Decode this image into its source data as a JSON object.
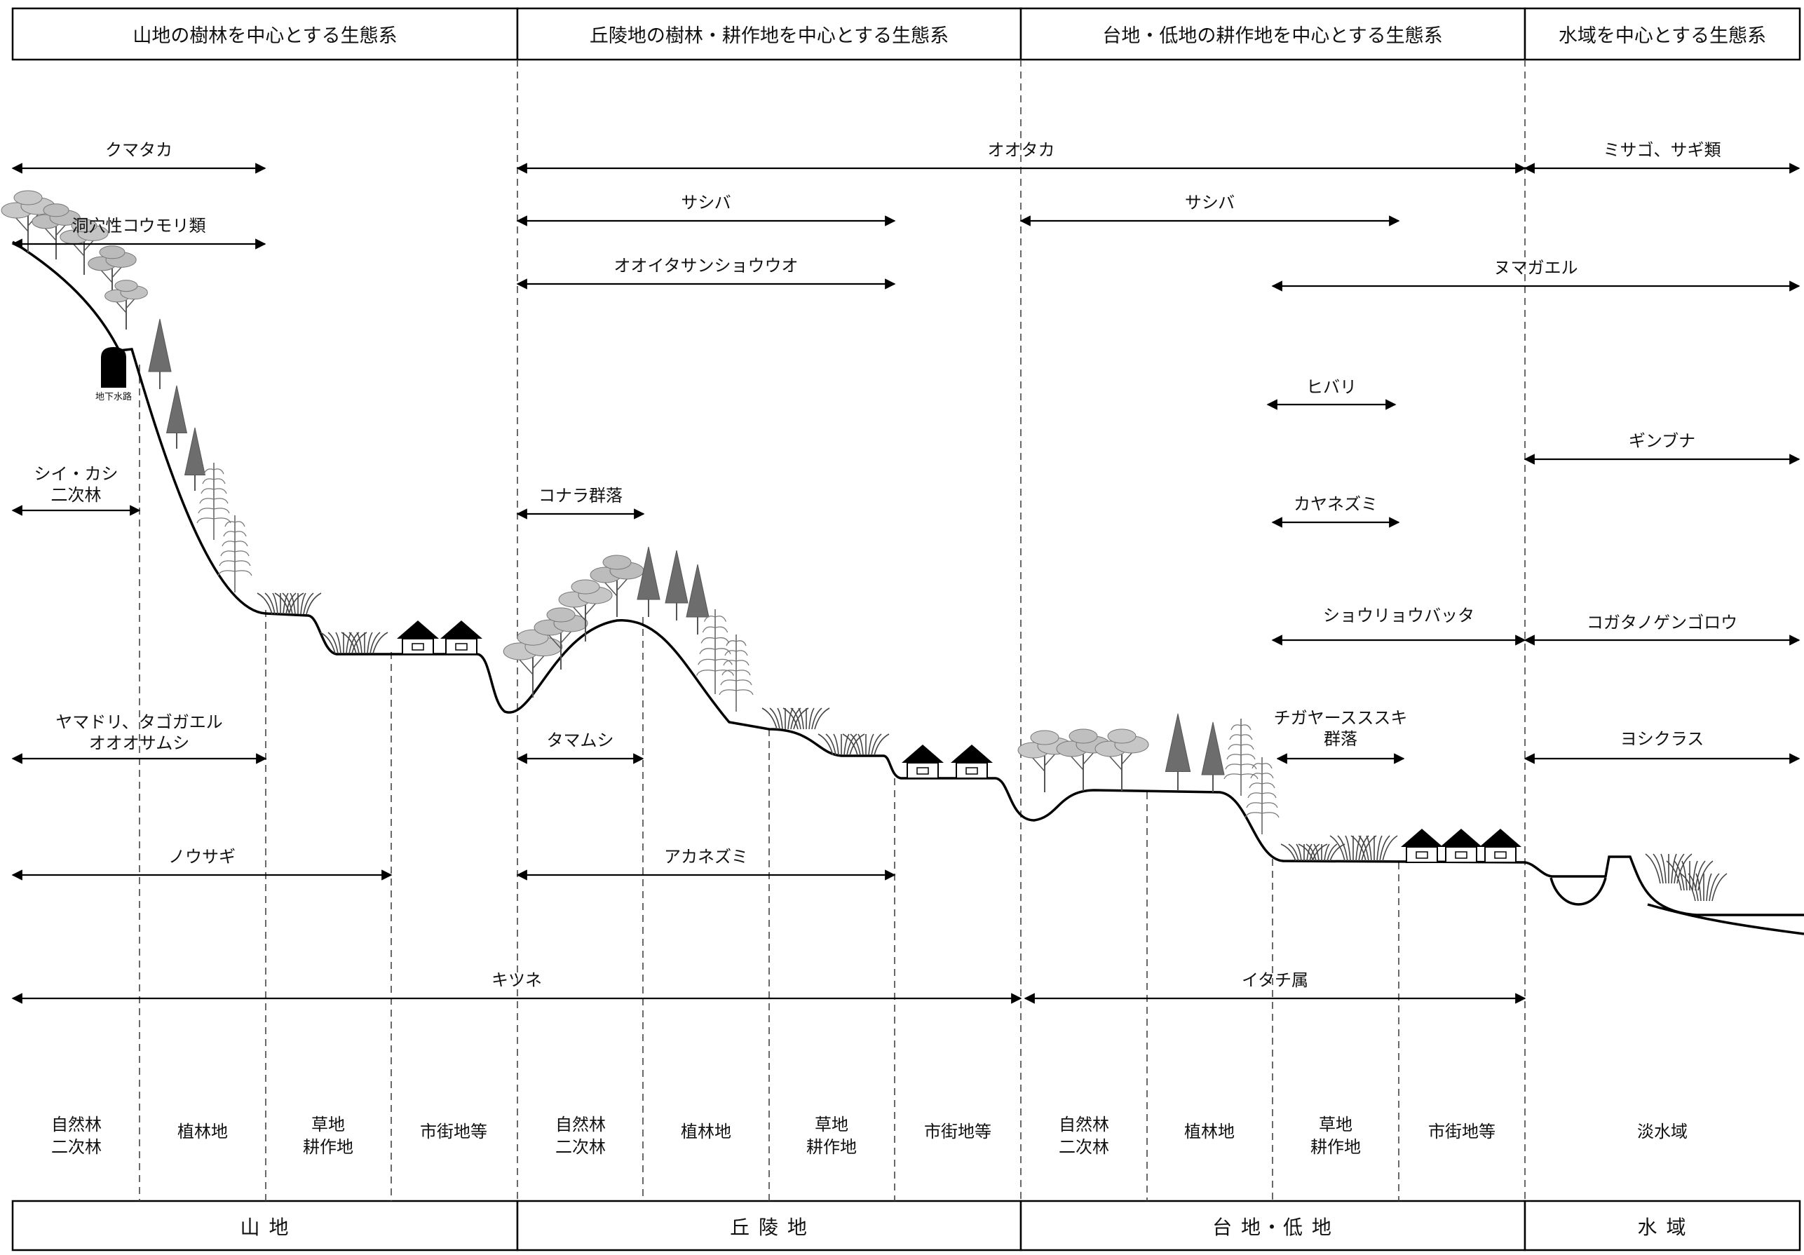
{
  "headers": [
    "山地の樹林を中心とする生態系",
    "丘陵地の樹林・耕作地を中心とする生態系",
    "台地・低地の耕作地を中心とする生態系",
    "水域を中心とする生態系"
  ],
  "footers": [
    "山 地",
    "丘 陵 地",
    "台 地・低 地",
    "水 域"
  ],
  "zones": [
    [
      "自然林",
      "二次林"
    ],
    [
      "植林地"
    ],
    [
      "草地",
      "耕作地"
    ],
    [
      "市街地等"
    ],
    [
      "自然林",
      "二次林"
    ],
    [
      "植林地"
    ],
    [
      "草地",
      "耕作地"
    ],
    [
      "市街地等"
    ],
    [
      "自然林",
      "二次林"
    ],
    [
      "植林地"
    ],
    [
      "草地",
      "耕作地"
    ],
    [
      "市街地等"
    ],
    [
      "淡水域"
    ]
  ],
  "species": [
    {
      "id": "kumataka",
      "lines": [
        "クマタカ"
      ]
    },
    {
      "id": "otaka",
      "lines": [
        "オオタカ"
      ]
    },
    {
      "id": "misago",
      "lines": [
        "ミサゴ、サギ類"
      ]
    },
    {
      "id": "komori",
      "lines": [
        "洞穴性コウモリ類"
      ]
    },
    {
      "id": "sashiba1",
      "lines": [
        "サシバ"
      ]
    },
    {
      "id": "sashiba2",
      "lines": [
        "サシバ"
      ]
    },
    {
      "id": "oita",
      "lines": [
        "オオイタサンショウウオ"
      ]
    },
    {
      "id": "numagaeru",
      "lines": [
        "ヌマガエル"
      ]
    },
    {
      "id": "hibari",
      "lines": [
        "ヒバリ"
      ]
    },
    {
      "id": "ginbuna",
      "lines": [
        "ギンブナ"
      ]
    },
    {
      "id": "shii",
      "lines": [
        "シイ・カシ",
        "二次林"
      ]
    },
    {
      "id": "konara",
      "lines": [
        "コナラ群落"
      ]
    },
    {
      "id": "kayanezumi",
      "lines": [
        "カヤネズミ"
      ]
    },
    {
      "id": "shouryou",
      "lines": [
        "ショウリョウバッタ"
      ]
    },
    {
      "id": "kogata",
      "lines": [
        "コガタノゲンゴロウ"
      ]
    },
    {
      "id": "yamadori",
      "lines": [
        "ヤマドリ、タゴガエル",
        "オオオサムシ"
      ]
    },
    {
      "id": "tamamushi",
      "lines": [
        "タマムシ"
      ]
    },
    {
      "id": "chigaya",
      "lines": [
        "チガヤースススキ",
        "群落"
      ]
    },
    {
      "id": "yoshi",
      "lines": [
        "ヨシクラス"
      ]
    },
    {
      "id": "nousagi",
      "lines": [
        "ノウサギ"
      ]
    },
    {
      "id": "akanezumi",
      "lines": [
        "アカネズミ"
      ]
    },
    {
      "id": "kitsune",
      "lines": [
        "キツネ"
      ]
    },
    {
      "id": "itachi",
      "lines": [
        "イタチ属"
      ]
    }
  ],
  "tunnel_label": "地下水路"
}
